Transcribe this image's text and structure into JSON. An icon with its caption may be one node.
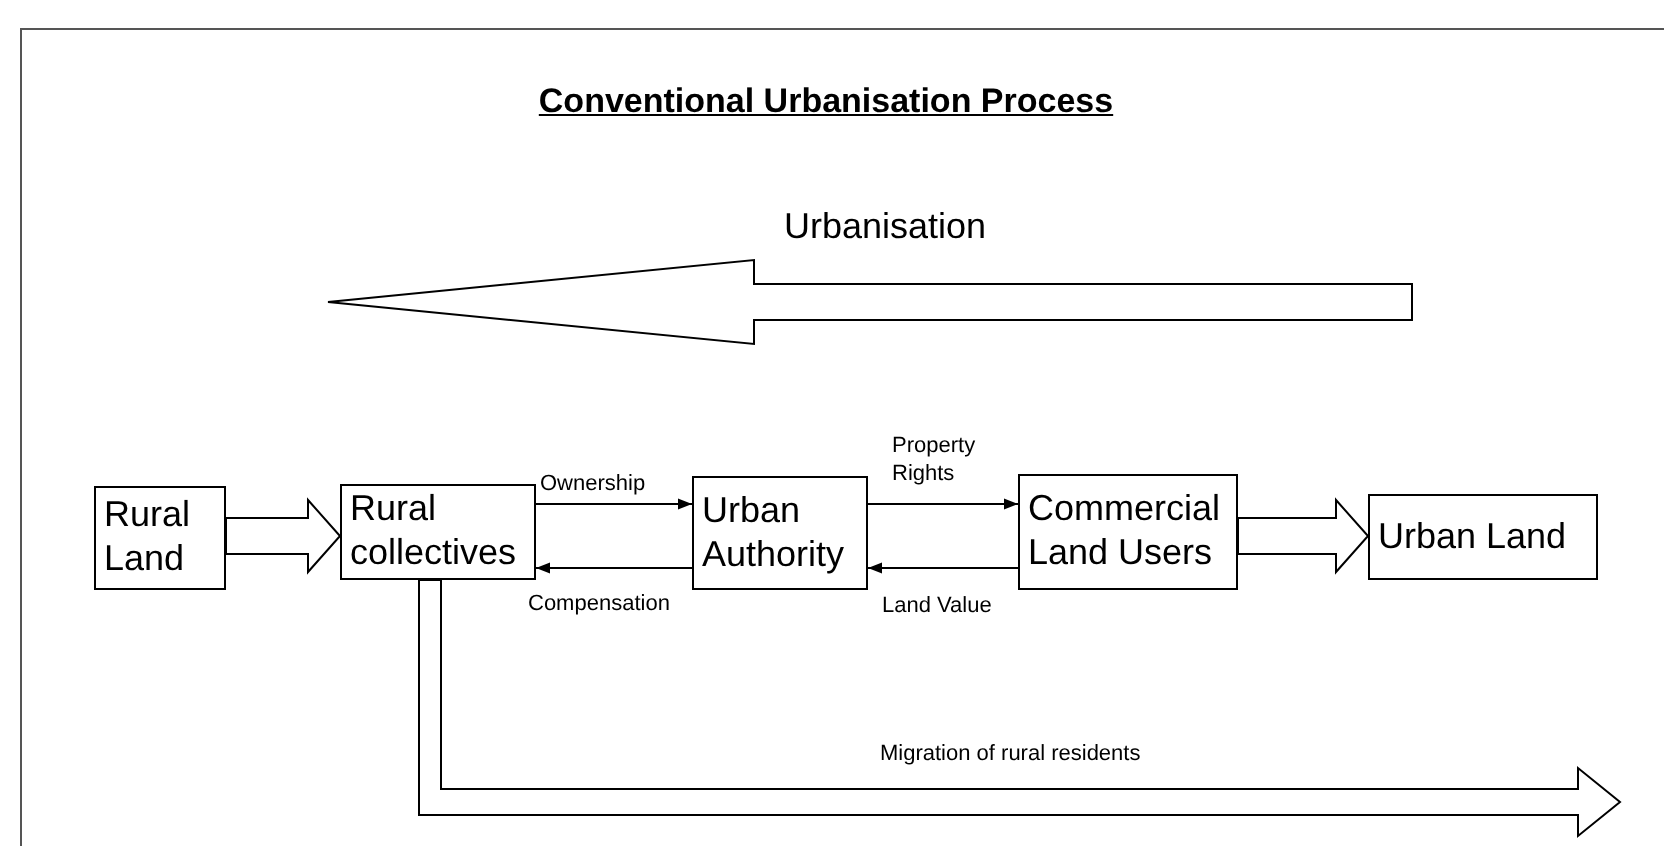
{
  "diagram": {
    "title": "Conventional Urbanisation Process",
    "nodes": [
      {
        "text": [
          "Rural Land"
        ]
      },
      {
        "text": [
          "Rural collectives"
        ]
      },
      {
        "text": [
          "Urban Authority"
        ]
      },
      {
        "text": [
          "Commercial Land Users"
        ]
      },
      {
        "text": [
          "Urban Land"
        ]
      }
    ],
    "edges": [
      {
        "from": 0,
        "to": 1,
        "arrow": "to",
        "style": "thick"
      },
      {
        "from": 1,
        "to": 2,
        "arrow": "to",
        "label": "Ownership"
      },
      {
        "from": 2,
        "to": 1,
        "arrow": "to",
        "label": "Compensation"
      },
      {
        "from": 2,
        "to": 3,
        "arrow": "to",
        "label": "Property Rights"
      },
      {
        "from": 3,
        "to": 2,
        "arrow": "to",
        "label": "Land Value"
      },
      {
        "from": 3,
        "to": 4,
        "arrow": "to",
        "style": "thick"
      },
      {
        "from": 1,
        "to": null,
        "arrow": "to",
        "style": "thick",
        "label": "Migration of rural residents"
      }
    ],
    "labels": [
      "Urbanisation"
    ]
  }
}
